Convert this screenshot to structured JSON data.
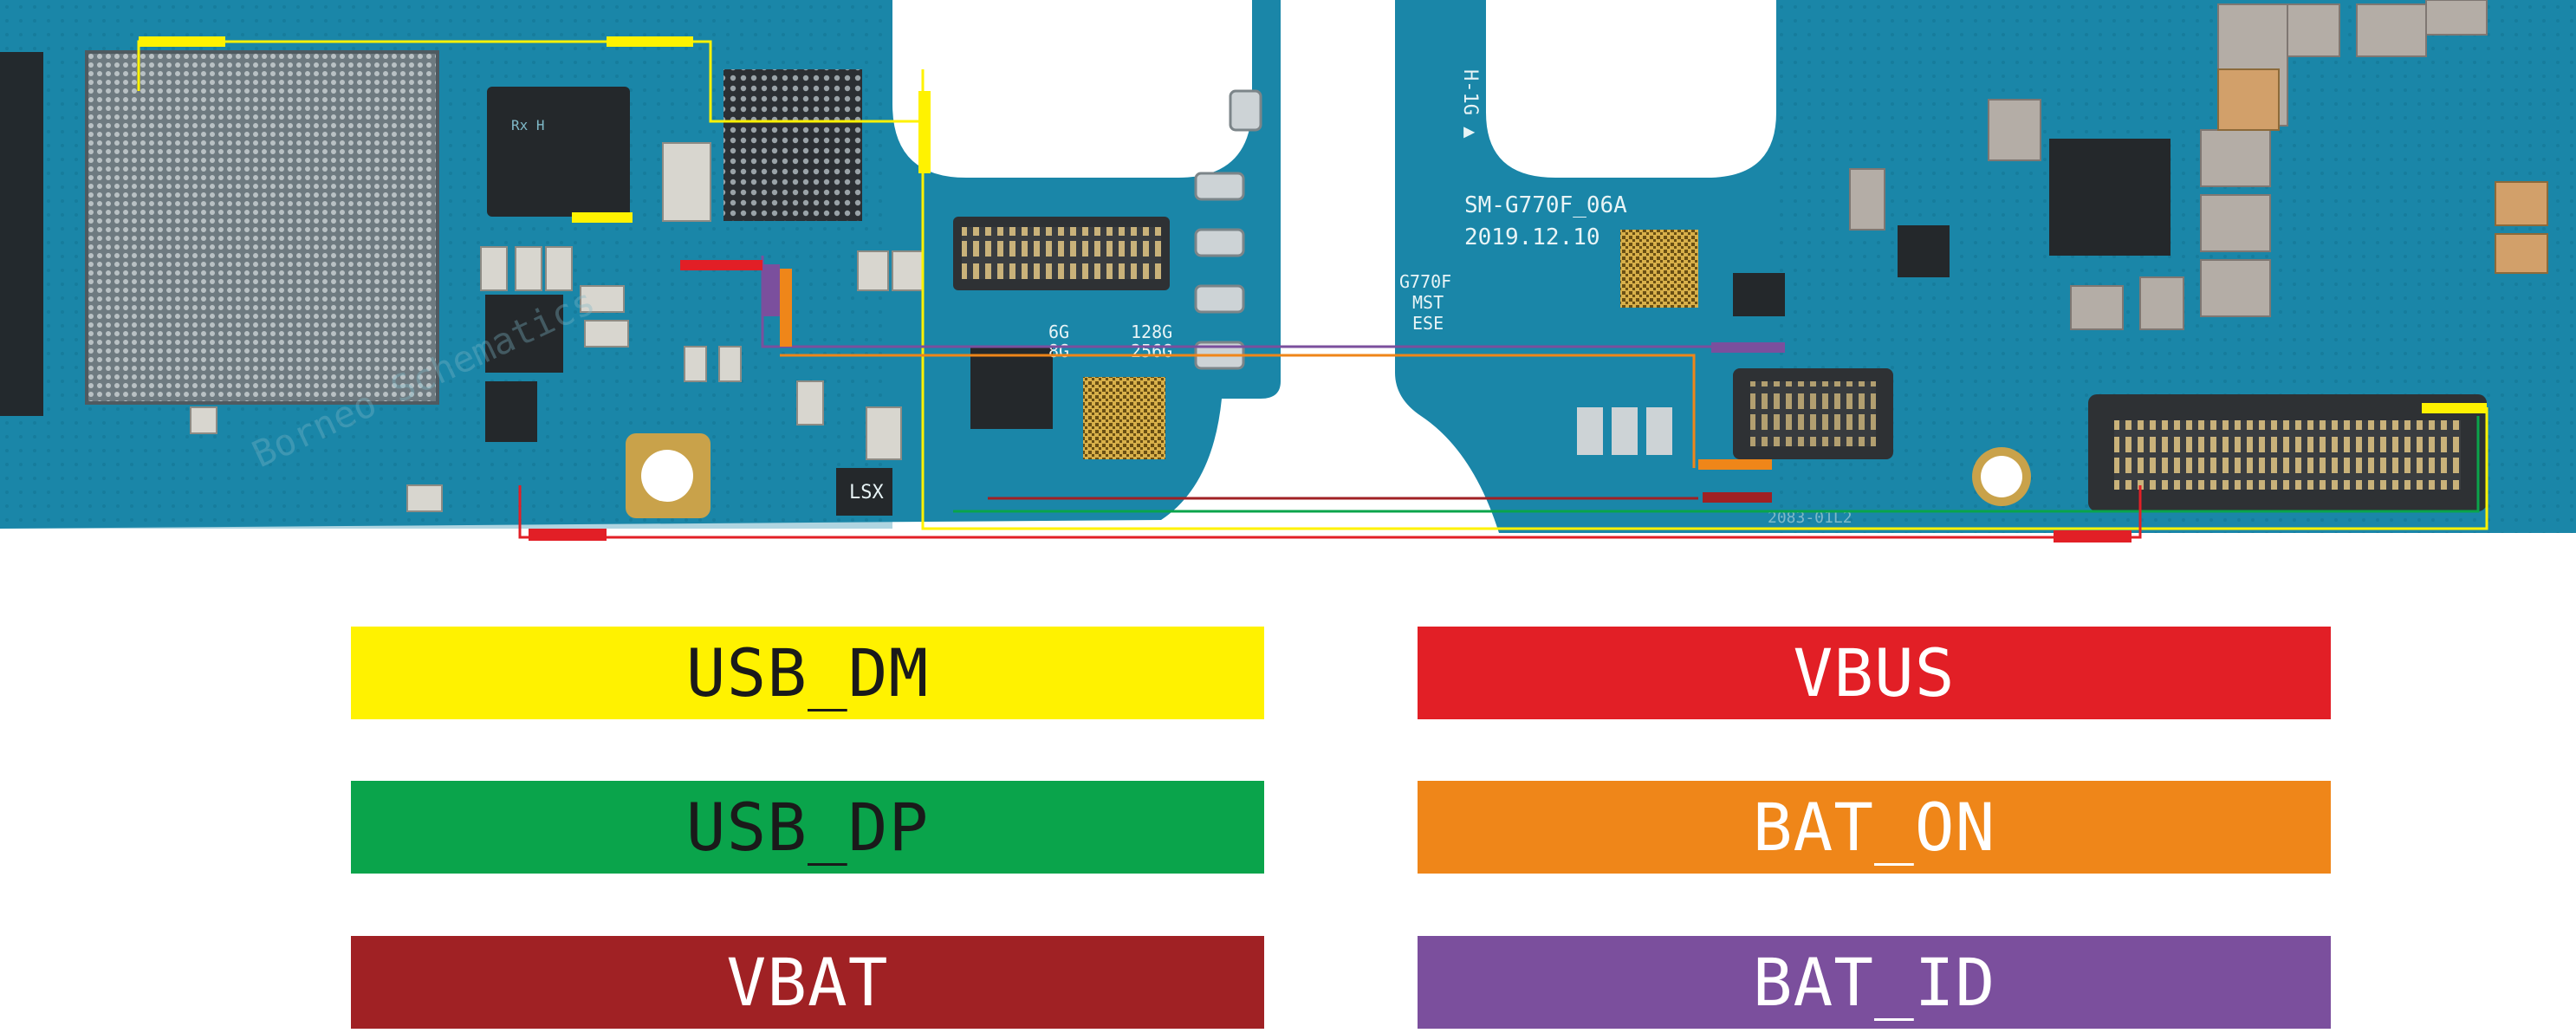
{
  "board": {
    "model_text": "SM-G770F_06A",
    "date_text": "2019.12.10",
    "variant_lines": [
      "G770F",
      "MST",
      "ESE"
    ],
    "memory_lines": [
      "6G",
      "8G"
    ],
    "storage_lines": [
      "128G",
      "256G"
    ],
    "vertical_text": "H-1G ▲",
    "side_code": "LSX",
    "chip_text": "Rx H",
    "bottom_code": "2083-01L2",
    "watermark": "Borneo Schematics"
  },
  "legend": [
    {
      "label": "USB_DM",
      "color": "#fff200",
      "text_color": "#1a1a1a"
    },
    {
      "label": "VBUS",
      "color": "#e21f26",
      "text_color": "#ffffff"
    },
    {
      "label": "USB_DP",
      "color": "#0aa44b",
      "text_color": "#1a1a1a"
    },
    {
      "label": "BAT_ON",
      "color": "#ef8619",
      "text_color": "#ffffff"
    },
    {
      "label": "VBAT",
      "color": "#a02124",
      "text_color": "#ffffff"
    },
    {
      "label": "BAT_ID",
      "color": "#7b4f9d",
      "text_color": "#ffffff"
    }
  ],
  "colors": {
    "pcb": "#1a86a8",
    "pcb_dark": "#10607e",
    "solder": "#c9a24a"
  }
}
